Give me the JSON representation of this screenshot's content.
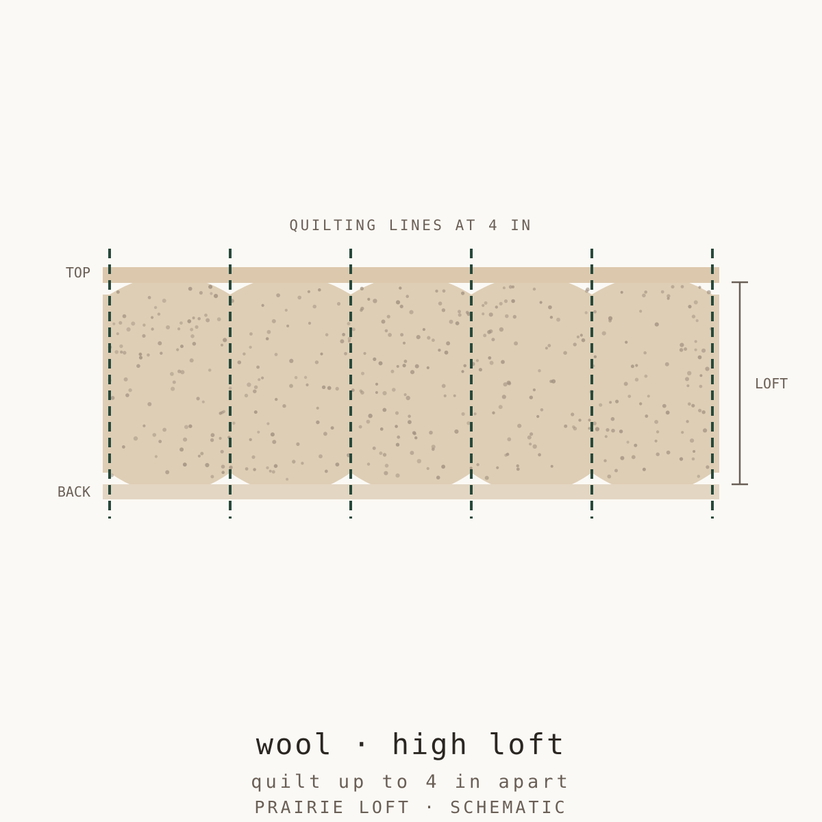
{
  "header": {
    "spacing_label": "QUILTING LINES AT 4 IN"
  },
  "labels": {
    "top": "TOP",
    "back": "BACK",
    "loft": "LOFT"
  },
  "footer": {
    "title": "wool · high loft",
    "subtitle": "quilt up to 4 in apart",
    "credit": "PRAIRIE LOFT · SCHEMATIC"
  },
  "colors": {
    "background": "#fbf9f5",
    "fabric_top": "#dcc8ad",
    "fabric_back": "#e3d6c3",
    "batting": "#dccbb1",
    "fiber_dots": "#9e8e7e",
    "stitch": "#27493b",
    "dimension": "#6a5f56"
  },
  "quilting": {
    "line_count": 6,
    "spacing_in": 4
  }
}
